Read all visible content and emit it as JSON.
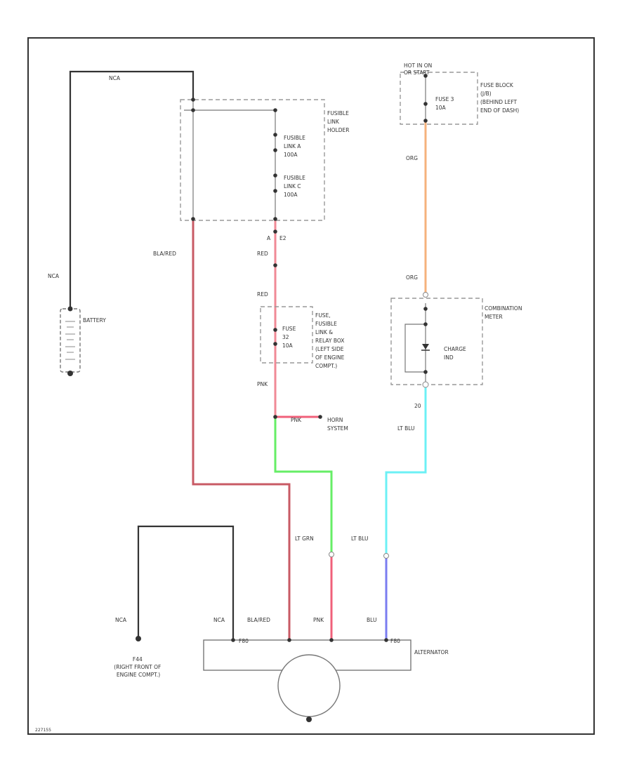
{
  "colors": {
    "black": "#333333",
    "red": "#f08a96",
    "pink": "#f0607a",
    "orange": "#f5b27c",
    "green": "#66ee66",
    "lt_blue": "#6cf0f5",
    "blue": "#7a7cf0",
    "dark_red": "#c85a64",
    "gray": "#999999"
  },
  "labels": {
    "nca_top": "NCA",
    "nca_left": "NCA",
    "battery": "BATTERY",
    "fusible_link_holder": [
      "FUSIBLE",
      "LINK",
      "HOLDER"
    ],
    "fusible_link_a": [
      "FUSIBLE",
      "LINK A",
      "100A"
    ],
    "fusible_link_c": [
      "FUSIBLE",
      "LINK C",
      "100A"
    ],
    "terminal_e2": "E2",
    "terminal_a": "A",
    "bla_red_upper": "BLA/RED",
    "red_1": "RED",
    "red_2": "RED",
    "fuse_32": [
      "FUSE",
      "32",
      "10A"
    ],
    "fuse_fusible_box": [
      "FUSE,",
      "FUSIBLE",
      "LINK &",
      "RELAY BOX",
      "(LEFT SIDE",
      "OF ENGINE",
      "COMPT.)"
    ],
    "pnk_1": "PNK",
    "pnk_horn": "PNK",
    "horn_system": [
      "HORN",
      "SYSTEM"
    ],
    "hot_in_on": [
      "HOT IN ON",
      "OR START"
    ],
    "fuse_3": [
      "FUSE 3",
      "10A"
    ],
    "fuse_block": [
      "FUSE BLOCK",
      "(J/B)",
      "(BEHIND LEFT",
      "END OF DASH)"
    ],
    "org_1": "ORG",
    "org_2": "ORG",
    "combination_meter": [
      "COMBINATION",
      "METER"
    ],
    "charge_ind": [
      "CHARGE",
      "IND"
    ],
    "terminal_20": "20",
    "lt_blu_1": "LT BLU",
    "lt_grn": "LT GRN",
    "lt_blu_2": "LT BLU",
    "nca_ground": "NCA",
    "nca_alt": "NCA",
    "bla_red_alt": "BLA/RED",
    "pnk_alt": "PNK",
    "blu_alt": "BLU",
    "alternator": "ALTERNATOR",
    "ground_g4": [
      "F44",
      "(RIGHT FRONT OF",
      "ENGINE COMPT.)"
    ],
    "pin_a": "F80",
    "pin_b": "F80",
    "figure_code": "227155"
  }
}
